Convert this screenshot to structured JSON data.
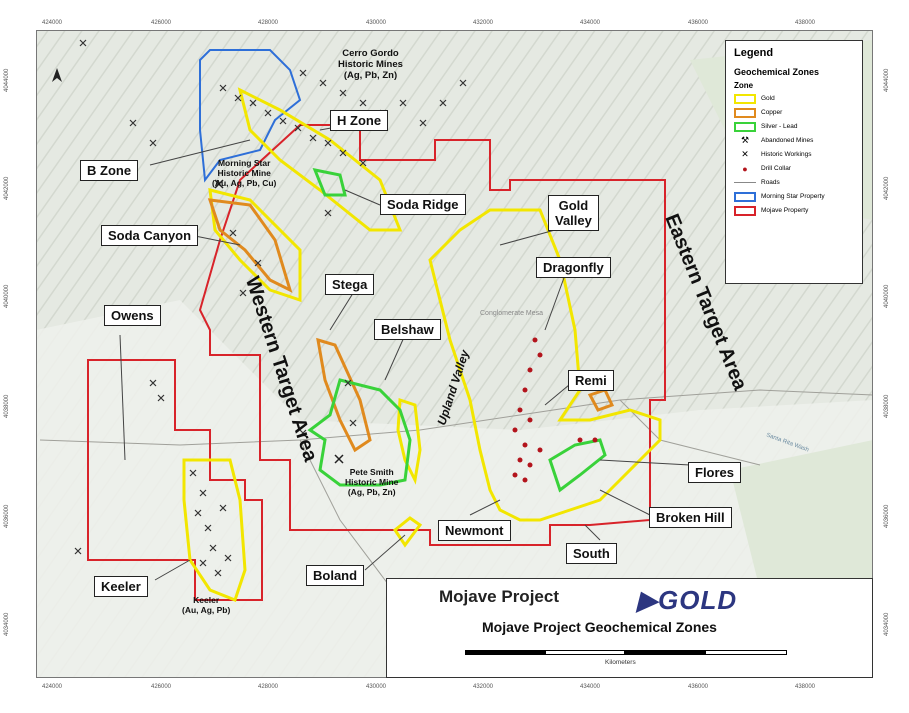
{
  "axis_ticks": {
    "x": [
      "424000",
      "426000",
      "428000",
      "430000",
      "432000",
      "434000",
      "436000",
      "438000"
    ],
    "y": [
      "4044000",
      "4042000",
      "4040000",
      "4038000",
      "4036000",
      "4034000"
    ]
  },
  "labels": {
    "cerro_gordo": [
      "Cerro Gordo",
      "Historic Mines",
      "(Ag, Pb, Zn)"
    ],
    "h_zone": "H Zone",
    "b_zone": "B Zone",
    "morning_star": [
      "Morning Star",
      "Historic Mine",
      "(Au, Ag, Pb, Cu)"
    ],
    "soda_ridge": "Soda Ridge",
    "soda_canyon": "Soda Canyon",
    "gold_valley": [
      "Gold",
      "Valley"
    ],
    "dragonfly": "Dragonfly",
    "stega": "Stega",
    "belshaw": "Belshaw",
    "owens": "Owens",
    "remi": "Remi",
    "flores": "Flores",
    "broken_hill": "Broken Hill",
    "south": "South",
    "newmont": "Newmont",
    "boland": "Boland",
    "keeler": "Keeler",
    "keeler_hist": [
      "Keeler",
      "(Au, Ag, Pb)"
    ],
    "pete_smith": [
      "Pete Smith",
      "Historic Mine",
      "(Ag, Pb, Zn)"
    ],
    "western_target": "Western Target Area",
    "eastern_target": "Eastern Target Area",
    "upland_valley": "Upland Valley",
    "conglomerate_mesa": "Conglomerate Mesa",
    "santa_rita_wash": "Santa Rita Wash"
  },
  "legend": {
    "title": "Legend",
    "subtitle": "Geochemical Zones",
    "zone_header": "Zone",
    "items": [
      {
        "label": "Gold",
        "kind": "box",
        "color": "#f2e600"
      },
      {
        "label": "Copper",
        "kind": "box",
        "color": "#e08a1e"
      },
      {
        "label": "Silver - Lead",
        "kind": "box",
        "color": "#39d23a"
      },
      {
        "label": "Abandoned Mines",
        "kind": "mine"
      },
      {
        "label": "Historic Workings",
        "kind": "cross"
      },
      {
        "label": "Drill Collar",
        "kind": "dot",
        "color": "#b3141c"
      },
      {
        "label": "Roads",
        "kind": "line"
      },
      {
        "label": "Morning Star Property",
        "kind": "box",
        "color": "#2e6fd8"
      },
      {
        "label": "Mojave Property",
        "kind": "box",
        "color": "#d8232a"
      }
    ]
  },
  "title_block": {
    "project": "Mojave Project",
    "logo": "GOLD",
    "title": "Mojave Project Geochemical Zones",
    "scale_unit": "Kilometers"
  },
  "colors": {
    "gold": "#f2e600",
    "copper": "#e08a1e",
    "silver_lead": "#39d23a",
    "morning_star": "#2e6fd8",
    "mojave": "#d8232a",
    "drill": "#b3141c",
    "terrain": "#e7ebe4",
    "valley": "#f1f3ef"
  }
}
